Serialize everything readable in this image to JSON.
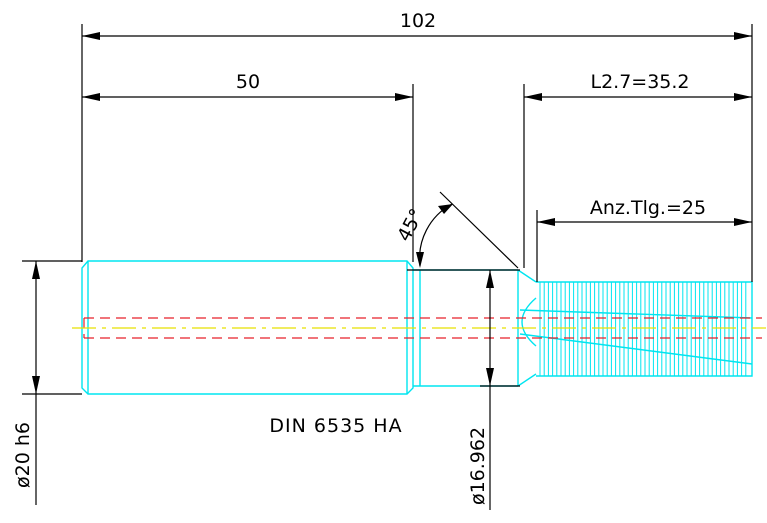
{
  "dimensions": {
    "overall_length": "102",
    "shank_length": "50",
    "tool_length": "L2.7=35.2",
    "teeth_count": "Anz.Tlg.=25",
    "chamfer_angle": "45°",
    "shank_diameter": "ø20 h6",
    "neck_diameter": "ø16.962"
  },
  "labels": {
    "standard": "DIN 6535 HA"
  },
  "colors": {
    "dimension": "#000000",
    "part_outline": "#00e5f0",
    "hidden_line": "#e8202a",
    "center_line": "#e8e000",
    "background": "#ffffff"
  }
}
